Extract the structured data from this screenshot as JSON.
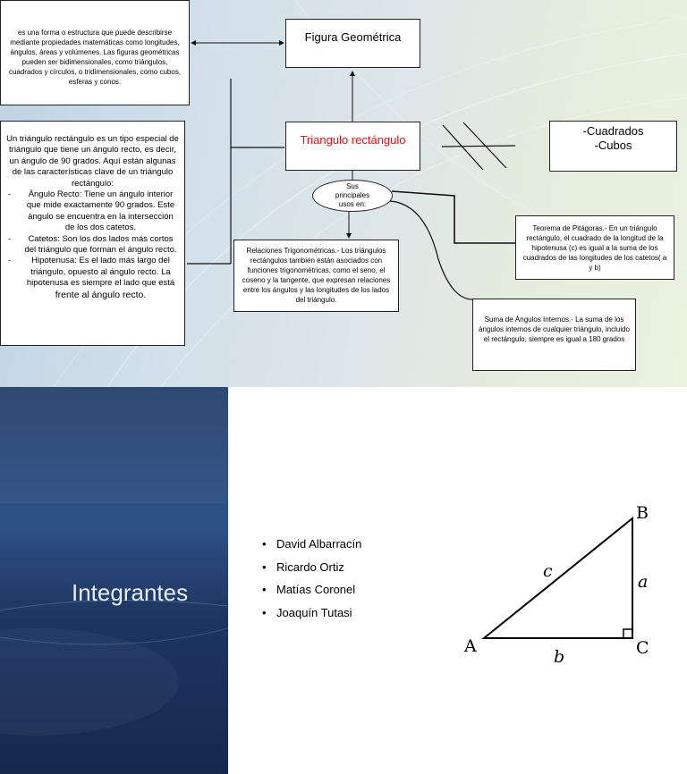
{
  "diagram": {
    "definition_text": "es una forma o estructura que puede describirse mediante propiedades matemáticas como longitudes, ángulos, áreas y volúmenes. Las figuras geométricas pueden ser bidimensionales, como triángulos, cuadrados y círculos, o tridimensionales, como cubos, esferas y conos.",
    "figura_title": "Figura Geométrica",
    "triangulo_title": "Triangulo rectángulo",
    "shapes_line1": "-Cuadrados",
    "shapes_line2": "-Cubos",
    "ellipse_text": "Sus principales usos en:",
    "triangle_definition": {
      "intro": "Un triángulo rectángulo es un tipo especial de triángulo que tiene un ángulo recto, es decir, un ángulo de 90 grados. Aquí están algunas de las características clave de un triángulo rectángulo:",
      "items": [
        {
          "dash": "-",
          "text": "Ángulo Recto: Tiene un ángulo interior que mide exactamente 90 grados. Este ángulo se encuentra en la intersección de los dos catetos."
        },
        {
          "dash": "-",
          "text": "Catetos: Son los dos lados más cortos del triángulo que forman el ángulo recto."
        },
        {
          "dash": "-",
          "text": "Hipotenusa: Es el lado más largo del triángulo, opuesto al ángulo recto. La hipotenusa es siempre el lado que está"
        }
      ],
      "last_line": "frente al ángulo recto."
    },
    "trig_text": "Relaciones Trigonométricas.- Los triángulos rectángulos también están asociados con funciones trigonométricas, como el seno, el coseno y la tangente, que expresan relaciones entre los ángulos y las longitudes de los lados del triángulo.",
    "pitagoras_text": "Teorema de Pitágoras.- En un triángulo rectángulo, el cuadrado de la longitud de la hipotenusa (c) es igual a la suma de los cuadrados de las longitudes de los catetos( a y b)",
    "suma_text": "Suma de Ángulos Internos.- La suma de los ángulos internos de cualquier triángulo, incluido el rectángulo, siempre es igual a 180 grados"
  },
  "slide": {
    "title": "Integrantes",
    "members": [
      "David Albarracín",
      "Ricardo Ortiz",
      "Matías Coronel",
      "Joaquín Tutasi"
    ],
    "triangle_labels": {
      "A": "A",
      "B": "B",
      "C": "C",
      "a": "a",
      "b": "b",
      "c": "c"
    }
  },
  "colors": {
    "accent_red": "#e01010",
    "slide_blue": "#26426f"
  }
}
